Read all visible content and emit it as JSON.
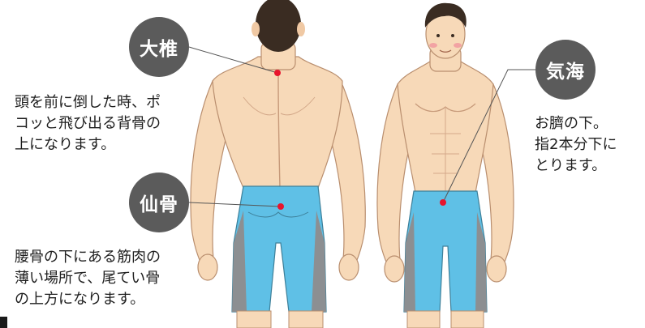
{
  "points": {
    "dazhui": {
      "label": "大椎",
      "description": [
        "頭を前に倒した時、ポ",
        "コッと飛び出る背骨の",
        "上になります。"
      ]
    },
    "sengu": {
      "label": "仙骨",
      "description": [
        "腰骨の下にある筋肉の",
        "薄い場所で、尾てい骨",
        "の上方になります。"
      ]
    },
    "kikai": {
      "label": "気海",
      "description": [
        "お臍の下。",
        "指2本分下に",
        "とります。"
      ]
    }
  },
  "colors": {
    "bubble": "#5b5b5b",
    "point_dot": "#e8142d",
    "shorts": "#5fc0e6",
    "shorts_panel": "#8c8f92",
    "skin": "#f7d9b8",
    "hair": "#3a2c22"
  }
}
